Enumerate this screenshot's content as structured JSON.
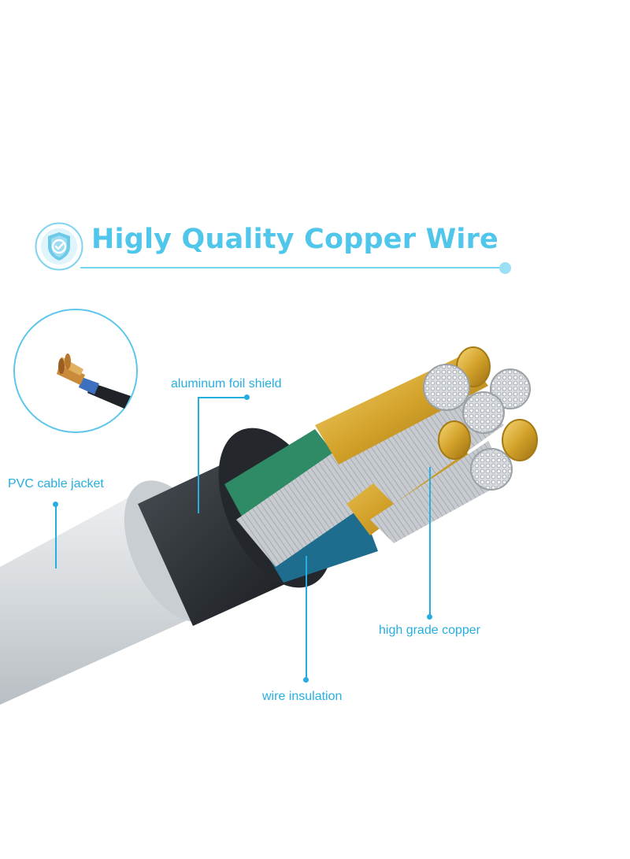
{
  "headline": {
    "text": "Higly Quality Copper Wire",
    "badge_icon": "shield-check-icon"
  },
  "callouts": {
    "foil": "aluminum foil shield",
    "jacket": "PVC cable jacket",
    "copper": "high grade copper",
    "insulation": "wire insulation"
  },
  "colors": {
    "accent": "#27aee0",
    "headline": "#4fc6ea",
    "jacket": "#d5d9de",
    "shield": "#2b2f33",
    "copper": "#d8a72c",
    "insulation_green": "#2f8a66",
    "insulation_blue": "#1e6d8e",
    "strand": "#b8bcc0"
  }
}
